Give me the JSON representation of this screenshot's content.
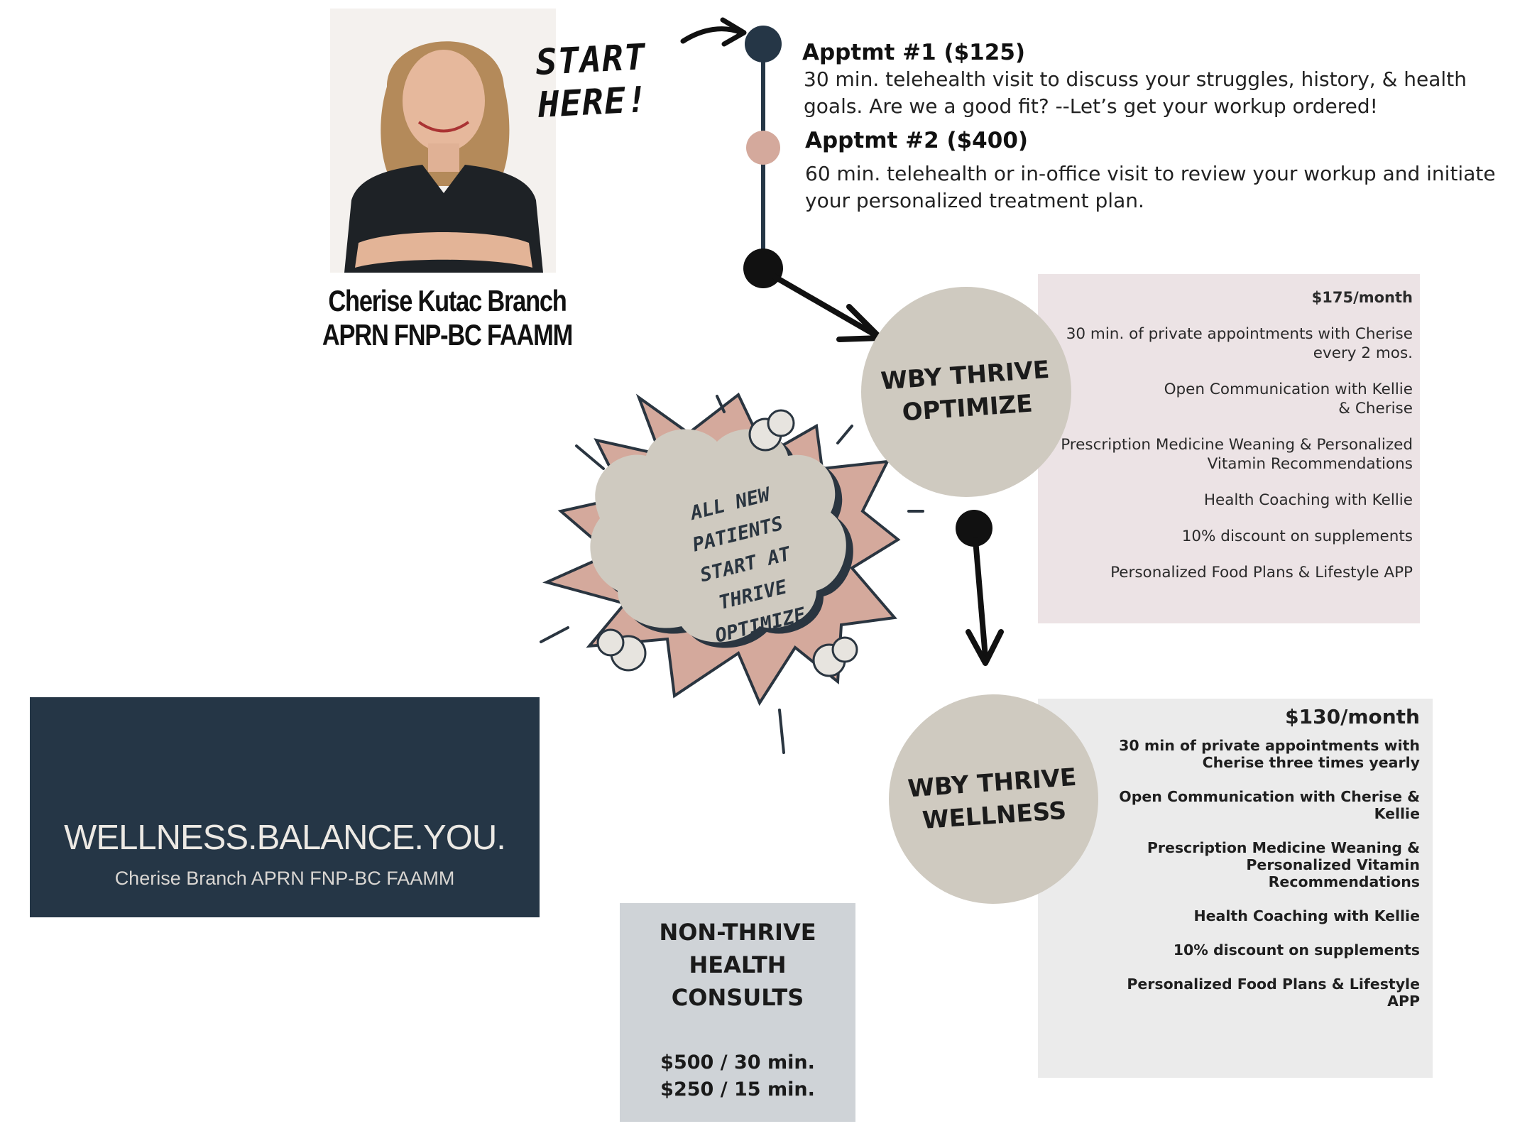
{
  "start": {
    "line1": "START",
    "line2": "HERE!"
  },
  "person": {
    "name": "Cherise Kutac Branch",
    "credentials": "APRN FNP-BC FAAMM"
  },
  "appointments": [
    {
      "title": "Apptmt #1 ($125)",
      "desc1": "30 min. telehealth visit to discuss your  struggles, history, &  health",
      "desc2": "goals.  Are we a good fit? --Let’s get your workup ordered!"
    },
    {
      "title": "Apptmt #2  ($400)",
      "desc1": "60 min. telehealth or in-office visit to review your workup and  initiate",
      "desc2": "your personalized treatment plan."
    }
  ],
  "optimize": {
    "circle_line1": "WBY THRIVE",
    "circle_line2": "OPTIMIZE",
    "price": "$175/month",
    "items": [
      [
        "30 min. of private appointments with Cherise",
        "every 2 mos."
      ],
      [
        "Open Communication with Kellie",
        "& Cherise"
      ],
      [
        "Prescription Medicine Weaning & Personalized",
        "Vitamin Recommendations"
      ],
      [
        "Health Coaching with Kellie"
      ],
      [
        "10% discount on supplements"
      ],
      [
        "Personalized Food Plans & Lifestyle APP"
      ]
    ]
  },
  "wellness": {
    "circle_line1": "WBY THRIVE",
    "circle_line2": "WELLNESS",
    "price": "$130/month",
    "items": [
      [
        "30 min of private appointments with",
        "Cherise three times yearly"
      ],
      [
        "Open Communication with Cherise &",
        "Kellie"
      ],
      [
        "Prescription Medicine Weaning &",
        "Personalized Vitamin",
        "Recommendations"
      ],
      [
        "Health Coaching with Kellie"
      ],
      [
        "10% discount on supplements"
      ],
      [
        "Personalized Food Plans & Lifestyle",
        "APP"
      ]
    ]
  },
  "burst": {
    "lines": [
      "ALL NEW",
      "PATIENTS",
      "START AT",
      "THRIVE",
      "OPTIMIZE"
    ]
  },
  "logo": {
    "title": "WELLNESS.BALANCE.YOU.",
    "subtitle": "Cherise Branch APRN FNP-BC FAAMM"
  },
  "nonthrive": {
    "t1": "NON-THRIVE",
    "t2": "HEALTH",
    "t3": "CONSULTS",
    "p1": "$500 / 30 min.",
    "p2": "$250 / 15 min."
  },
  "colors": {
    "navy": "#253646",
    "blush": "#d4a99c",
    "stone": "#cfcac0",
    "panel_pink": "#ece3e5",
    "panel_gray": "#ebebeb"
  }
}
